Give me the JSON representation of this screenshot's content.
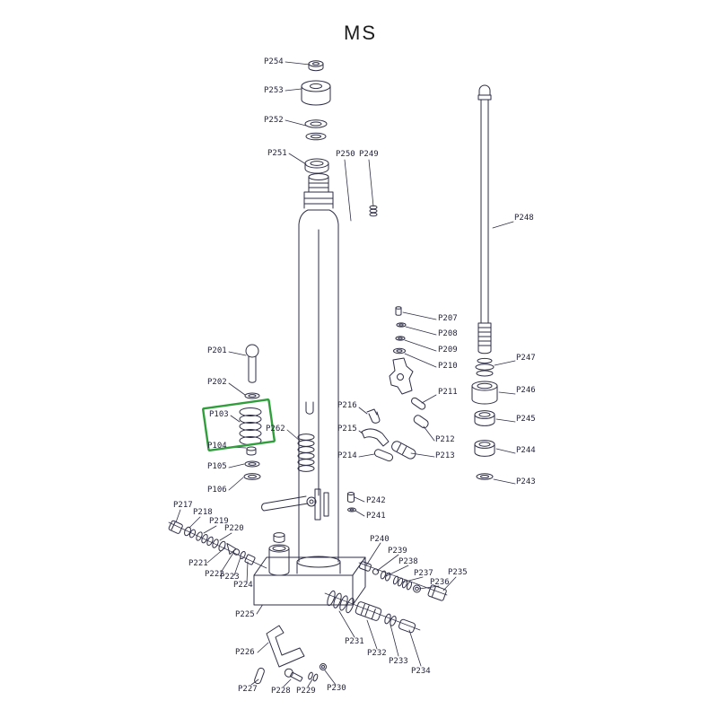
{
  "title": "MS",
  "diagram": {
    "line_color": "#2e2e46",
    "highlight_color": "#2f9e3b",
    "highlighted_part": "P103",
    "labels": {
      "p254": "P254",
      "p253": "P253",
      "p252": "P252",
      "p251": "P251",
      "p250": "P250",
      "p249": "P249",
      "p248": "P248",
      "p247": "P247",
      "p246": "P246",
      "p245": "P245",
      "p244": "P244",
      "p243": "P243",
      "p207": "P207",
      "p208": "P208",
      "p209": "P209",
      "p210": "P210",
      "p211": "P211",
      "p212": "P212",
      "p213": "P213",
      "p201": "P201",
      "p202": "P202",
      "p103": "P103",
      "p104": "P104",
      "p105": "P105",
      "p106": "P106",
      "p262": "P262",
      "p216": "P216",
      "p215": "P215",
      "p214": "P214",
      "p242": "P242",
      "p241": "P241",
      "p217": "P217",
      "p218": "P218",
      "p219": "P219",
      "p220": "P220",
      "p221": "P221",
      "p222": "P222",
      "p223": "P223",
      "p224": "P224",
      "p225": "P225",
      "p226": "P226",
      "p227": "P227",
      "p228": "P228",
      "p229": "P229",
      "p230": "P230",
      "p231": "P231",
      "p232": "P232",
      "p233": "P233",
      "p234": "P234",
      "p235": "P235",
      "p236": "P236",
      "p237": "P237",
      "p238": "P238",
      "p239": "P239",
      "p240": "P240"
    }
  }
}
